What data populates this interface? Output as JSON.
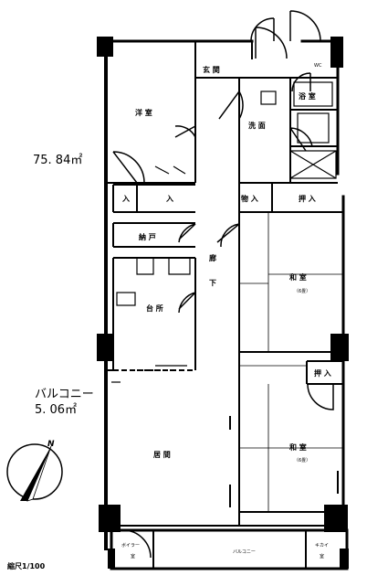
{
  "annotations": {
    "area_total": "75. 84㎡",
    "balcony_label": "バルコニー",
    "balcony_area": "5. 06㎡",
    "north_mark": "N",
    "scale": "縮尺1/100"
  },
  "rooms": {
    "genkan": "玄 関",
    "western_room": "洋 室",
    "washroom": "洗 面",
    "bath": "浴 室",
    "wc": "WC",
    "closet_1": "入",
    "closet_2": "入",
    "storage": "物 入",
    "closet_3": "押 入",
    "linen": "納 戸",
    "hallway_1": "廊",
    "hallway_2": "下",
    "washitsu_1": "和 室",
    "washitsu_1_size": "（6畳）",
    "kitchen": "台 所",
    "closet_4": "押 入",
    "living": "居 間",
    "washitsu_2": "和 室",
    "washitsu_2_size": "（6畳）",
    "boiler_1": "ボイラー",
    "boiler_2": "室",
    "balcony_strip": "バルコニー",
    "machine_1": "キカイ",
    "machine_2": "室"
  },
  "colors": {
    "ink": "#000000",
    "paper": "#ffffff"
  }
}
